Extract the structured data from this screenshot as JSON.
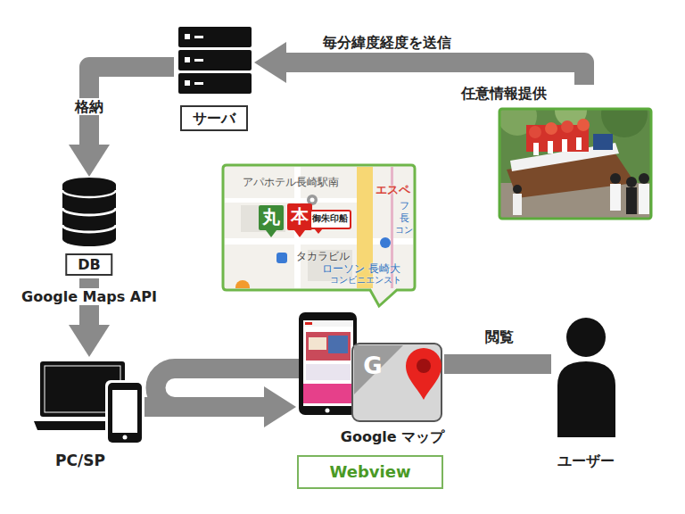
{
  "diagram": {
    "nodes": [
      {
        "text": [
          "サーバ"
        ]
      },
      {
        "text": [
          "DB"
        ]
      },
      {
        "text": [
          "PC/SP"
        ]
      },
      {
        "text": [
          "Google マップ",
          "Webview"
        ]
      },
      {
        "text": [
          "ユーザー"
        ]
      },
      {
        "text": [
          "任意情報提供"
        ]
      }
    ],
    "edges": [
      {
        "from": 5,
        "to": 0,
        "arrow": "to",
        "label": "毎分緯度経度を送信"
      },
      {
        "from": 0,
        "to": 1,
        "arrow": "to",
        "label": "格納"
      },
      {
        "from": 1,
        "to": 2,
        "arrow": "to",
        "label": "Google Maps API"
      },
      {
        "from": 2,
        "to": 3,
        "arrow": "to"
      },
      {
        "from": 4,
        "to": 3,
        "arrow": "none",
        "label": "閲覧"
      }
    ],
    "labels": [
      "アパホテル長崎駅南",
      "エスペ",
      "丸",
      "本",
      "御朱印船",
      "フ",
      "長",
      "コン",
      "タカラビル",
      "ローソン 長崎大",
      "コンビニエンスト",
      "G"
    ]
  }
}
